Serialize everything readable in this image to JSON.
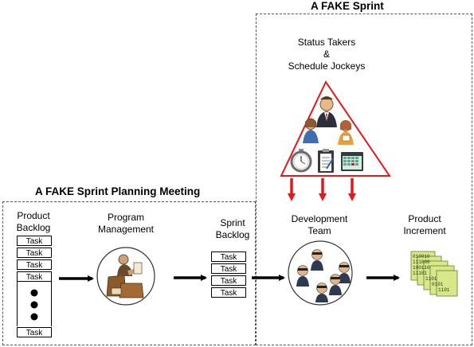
{
  "sprint": {
    "title": "A FAKE Sprint"
  },
  "planning": {
    "title": "A FAKE Sprint Planning Meeting"
  },
  "status_takers": {
    "label": "Status Takers\n&\nSchedule Jockeys"
  },
  "product_backlog": {
    "label": "Product\nBacklog",
    "tasks": [
      "Task",
      "Task",
      "Task",
      "Task",
      "Task"
    ]
  },
  "program_management": {
    "label": "Program\nManagement"
  },
  "sprint_backlog": {
    "label": "Sprint\nBacklog",
    "tasks": [
      "Task",
      "Task",
      "Task",
      "Task"
    ]
  },
  "development_team": {
    "label": "Development\nTeam"
  },
  "product_increment": {
    "label": "Product\nIncrement"
  },
  "colors": {
    "triangle": "#e8151b",
    "arrow_red": "#e8151b",
    "arrow_black": "#000000",
    "box_border": "#555555"
  },
  "icons": [
    "manager-people-icon",
    "stopwatch-icon",
    "clipboard-icon",
    "calendar-icon",
    "desk-worker-icon",
    "programmer-icon",
    "binary-files-icon"
  ]
}
